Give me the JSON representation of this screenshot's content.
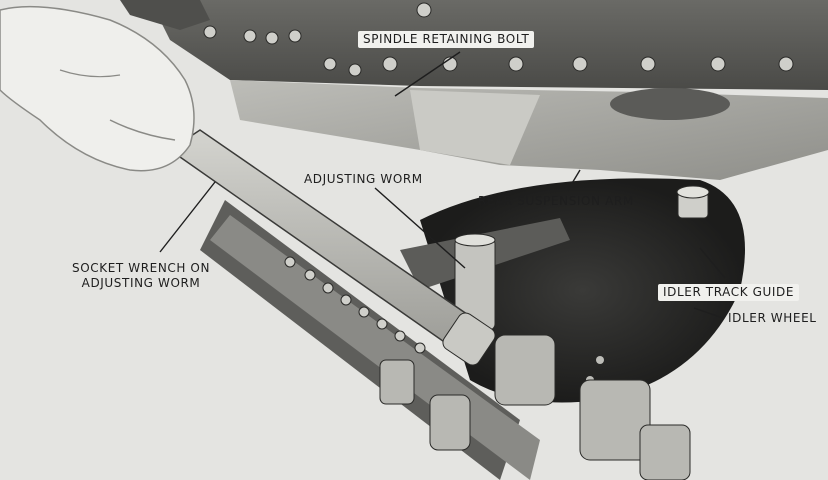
{
  "figure": {
    "labels": {
      "spindle_retaining_bolt": "SPINDLE RETAINING BOLT",
      "adjusting_worm": "ADJUSTING WORM",
      "rear_suspension_arm": "REAR SUSPENSION ARM",
      "socket_wrench_line1": "SOCKET WRENCH ON",
      "socket_wrench_line2": "ADJUSTING WORM",
      "idler_track_guide": "IDLER TRACK GUIDE",
      "idler_wheel": "IDLER WHEEL"
    }
  }
}
